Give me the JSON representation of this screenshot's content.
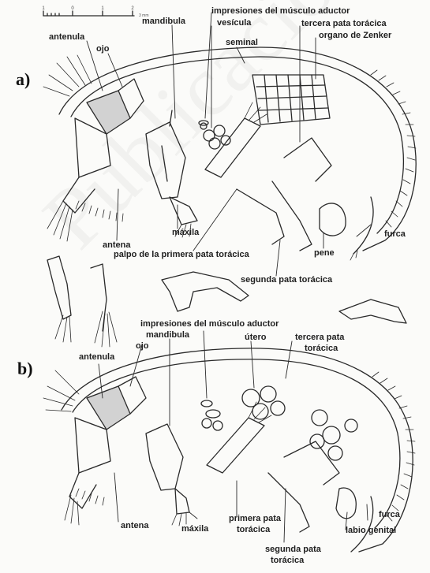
{
  "panels": {
    "a": "a)",
    "b": "b)"
  },
  "scale_bar": {
    "ticks": [
      "1",
      "0",
      "1",
      "2"
    ],
    "unit": "3 mm"
  },
  "watermark": "Publicaciones",
  "labels_a": {
    "antenula": "antenula",
    "ojo": "ojo",
    "mandibula": "mandibula",
    "impresiones": "impresiones del músculo aductor",
    "vesicula": "vesícula",
    "seminal": "seminal",
    "tercera_pata": "tercera pata torácica",
    "organo_zenker": "organo de Zenker",
    "antena": "antena",
    "maxila": "máxila",
    "palpo": "palpo de la primera pata torácica",
    "pene": "pene",
    "furca": "furca",
    "segunda_pata": "segunda pata torácica"
  },
  "labels_b": {
    "impresiones": "impresiones del músculo aductor",
    "mandibula": "mandibula",
    "utero": "útero",
    "tercera_pata_1": "tercera pata",
    "tercera_pata_2": "torácica",
    "ojo": "ojo",
    "antenula": "antenula",
    "antena": "antena",
    "maxila": "máxila",
    "primera_pata_1": "primera pata",
    "primera_pata_2": "torácica",
    "segunda_pata_1": "segunda pata",
    "segunda_pata_2": "torácica",
    "furca": "furca",
    "labio_genital": "labio genital"
  }
}
